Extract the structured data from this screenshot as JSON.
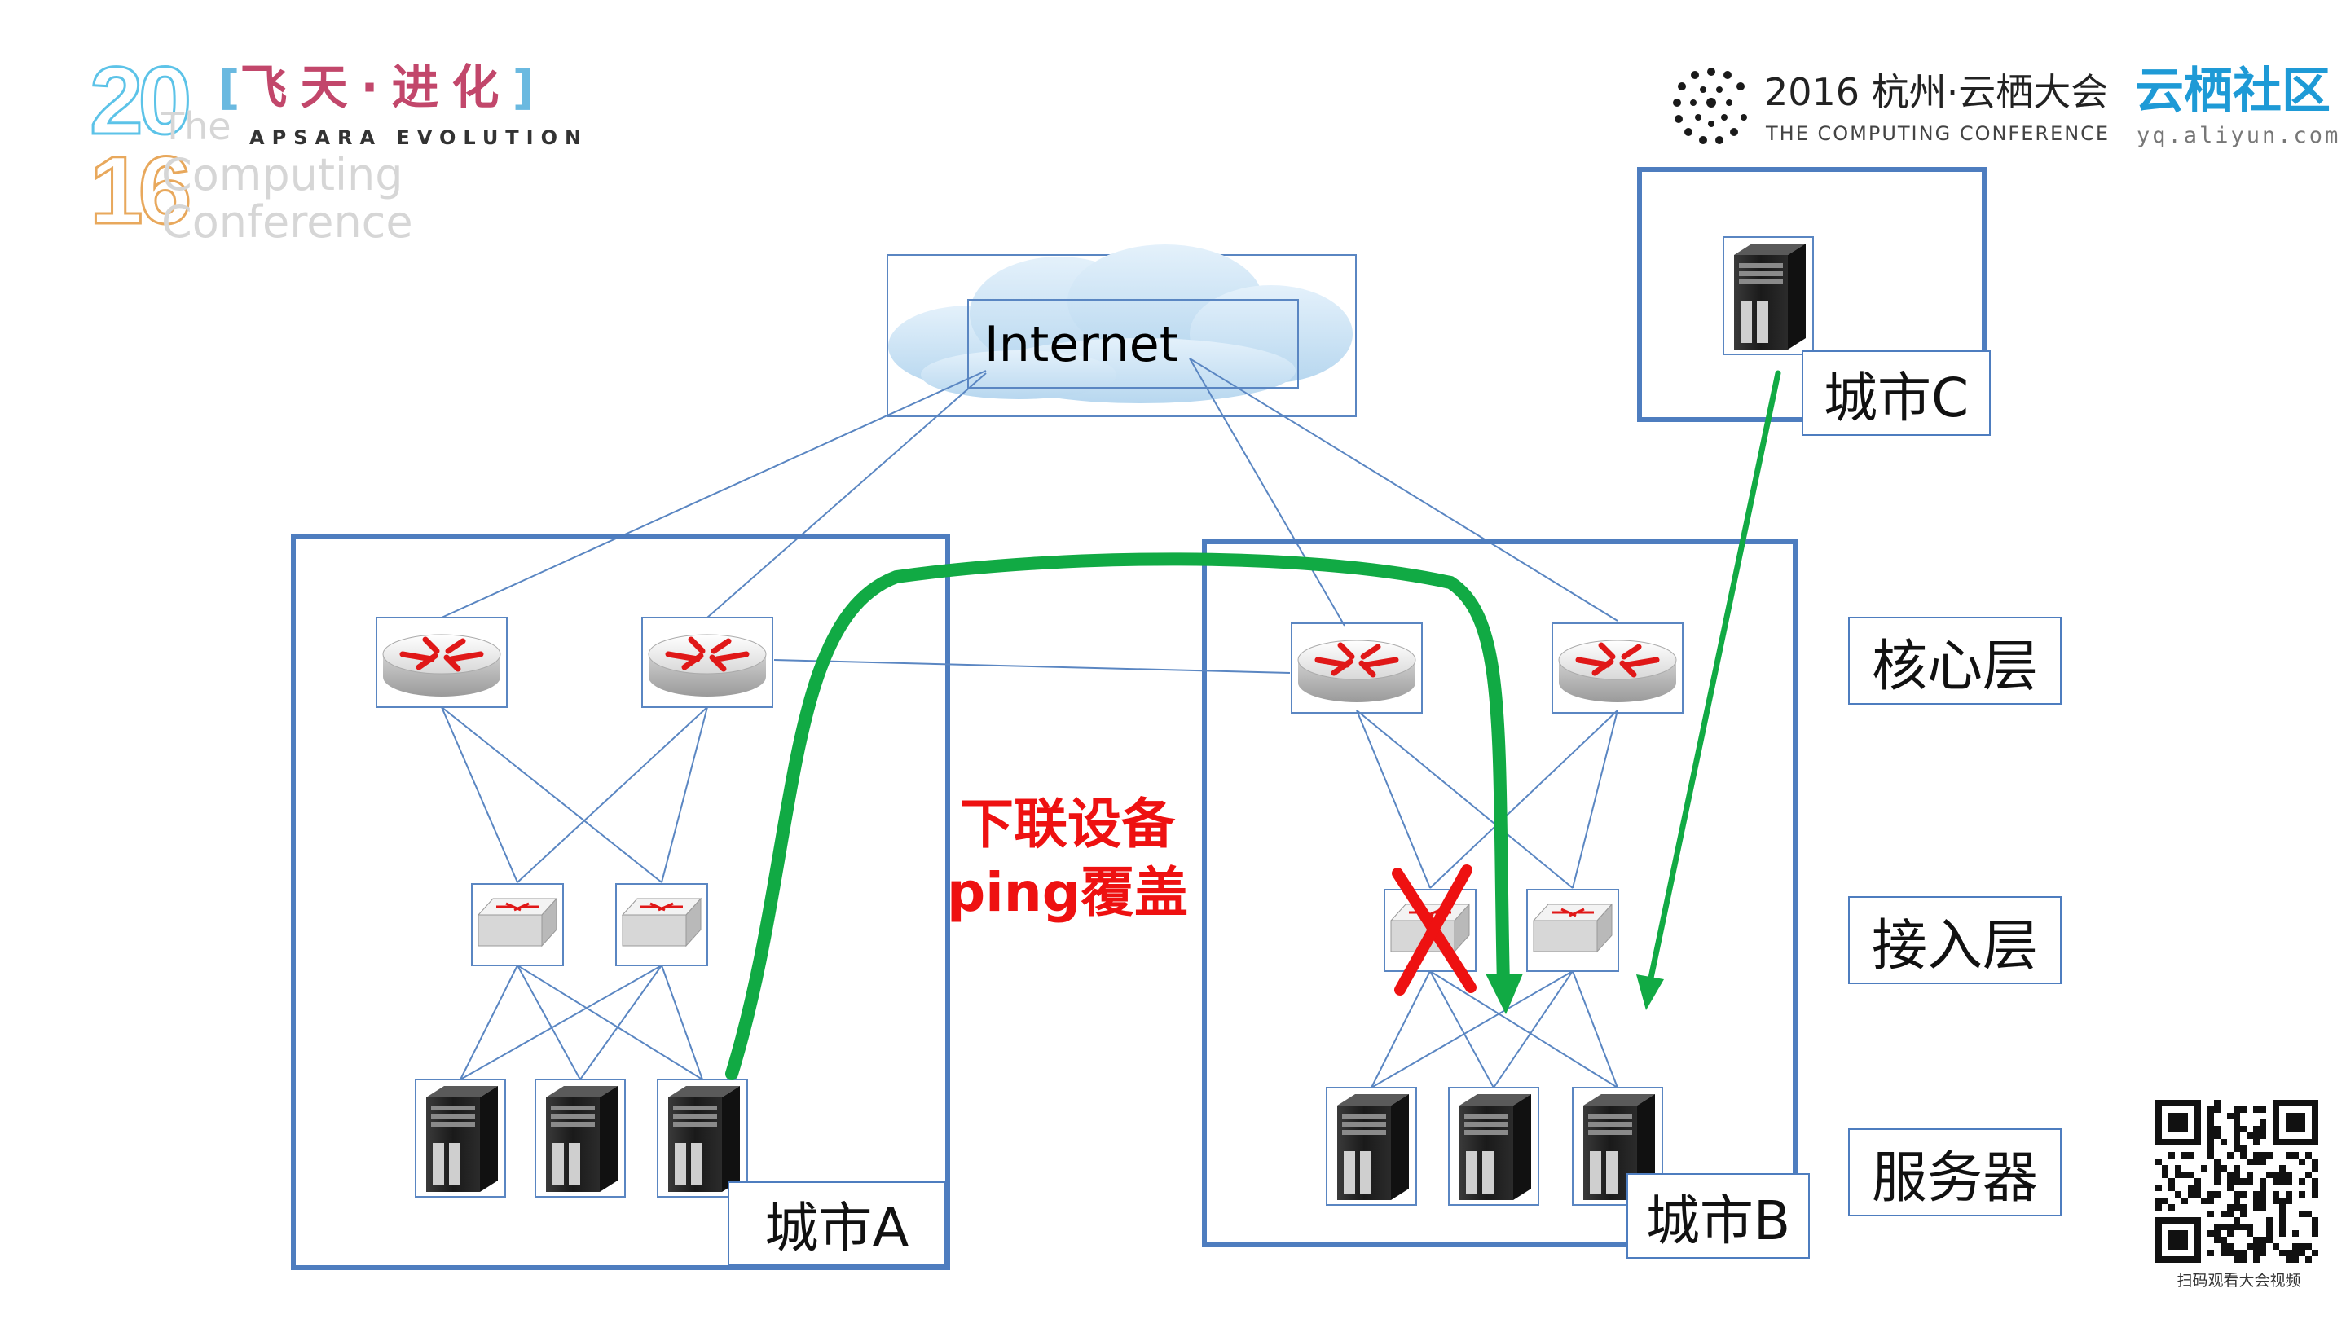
{
  "logo_left": {
    "year_top": "20",
    "year_bottom": "16",
    "bracket_text": "飞天·进化",
    "sub_text": "APSARA EVOLUTION",
    "line1": "The",
    "line2": "Computing",
    "line3": "Conference"
  },
  "logo_right": {
    "title": "2016 杭州·云栖大会",
    "subtitle": "THE COMPUTING CONFERENCE",
    "brand": "云栖社区",
    "brand_url": "yq.aliyun.com"
  },
  "diagram": {
    "internet_label": "Internet",
    "annotation_line1": "下联设备",
    "annotation_line2": "ping覆盖",
    "cities": {
      "a": "城市A",
      "b": "城市B",
      "c": "城市C"
    },
    "layers": {
      "core": "核心层",
      "access": "接入层",
      "server": "服务器"
    },
    "failed_marker": "X"
  },
  "qr": {
    "caption": "扫码观看大会视频"
  },
  "colors": {
    "frame_blue": "#4e7dbf",
    "line_blue": "#5a86c2",
    "arrow_green": "#11aa44",
    "alert_red": "#ee1111"
  }
}
